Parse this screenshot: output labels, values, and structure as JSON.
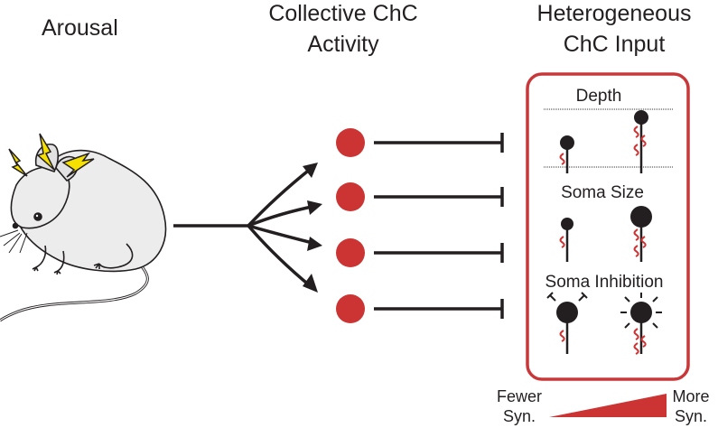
{
  "titles": {
    "arousal": "Arousal",
    "collective": [
      "Collective ChC",
      "Activity"
    ],
    "heterogeneous": [
      "Heterogeneous",
      "ChC Input"
    ]
  },
  "panels": {
    "depth": "Depth",
    "soma_size": "Soma Size",
    "soma_inhibition": "Soma Inhibition"
  },
  "gradient": {
    "fewer": [
      "Fewer",
      "Syn."
    ],
    "more": [
      "More",
      "Syn."
    ]
  },
  "colors": {
    "chc_red": "#cc3333",
    "outline_red": "#c8383a",
    "lightning": "#f5e000",
    "ink": "#231f20"
  },
  "icons": [
    "mouse-illustration",
    "lightning-bolt-icon",
    "neuron-icon"
  ]
}
